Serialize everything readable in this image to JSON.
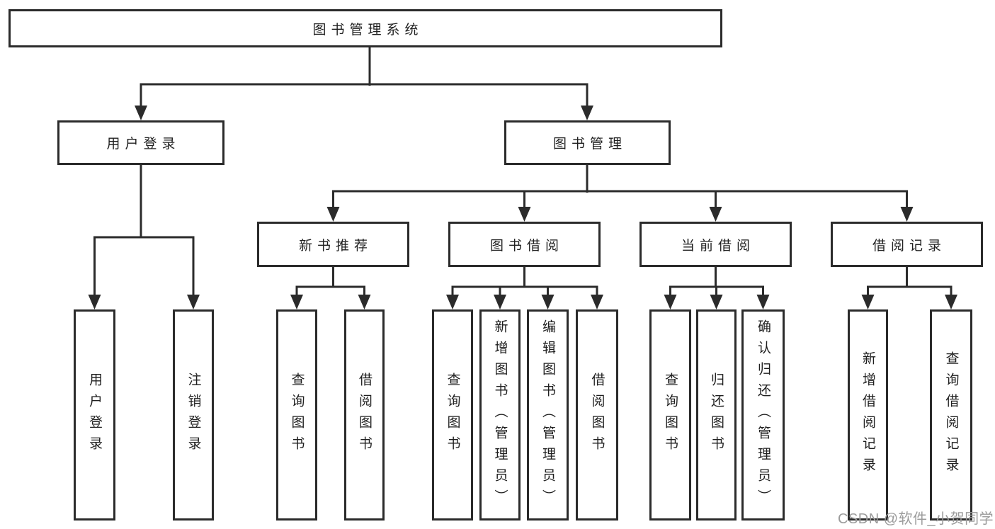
{
  "colors": {
    "background": "#ffffff",
    "line": "#2b2b2b",
    "text": "#1f1f1f",
    "watermark": "#9b9b9b"
  },
  "nodes": {
    "root": "图书管理系统",
    "user_login": "用户登录",
    "book_management": "图书管理",
    "new_book_recommend": "新书推荐",
    "book_borrow": "图书借阅",
    "current_borrow": "当前借阅",
    "borrow_record": "借阅记录",
    "leaves": {
      "user_login": "用户登录",
      "logout": "注销登录",
      "nb_query_books": "查询图书",
      "nb_borrow_books": "借阅图书",
      "bb_query_books": "查询图书",
      "bb_add_books_admin": "新增图书（管理员）",
      "bb_edit_books_admin": "编辑图书（管理员）",
      "bb_borrow_books": "借阅图书",
      "cb_query_books": "查询图书",
      "cb_return_books": "归还图书",
      "cb_confirm_return_admin": "确认归还（管理员）",
      "br_add_record": "新增借阅记录",
      "br_query_record": "查询借阅记录"
    }
  },
  "watermark": "CSDN @软件_小贺同学"
}
